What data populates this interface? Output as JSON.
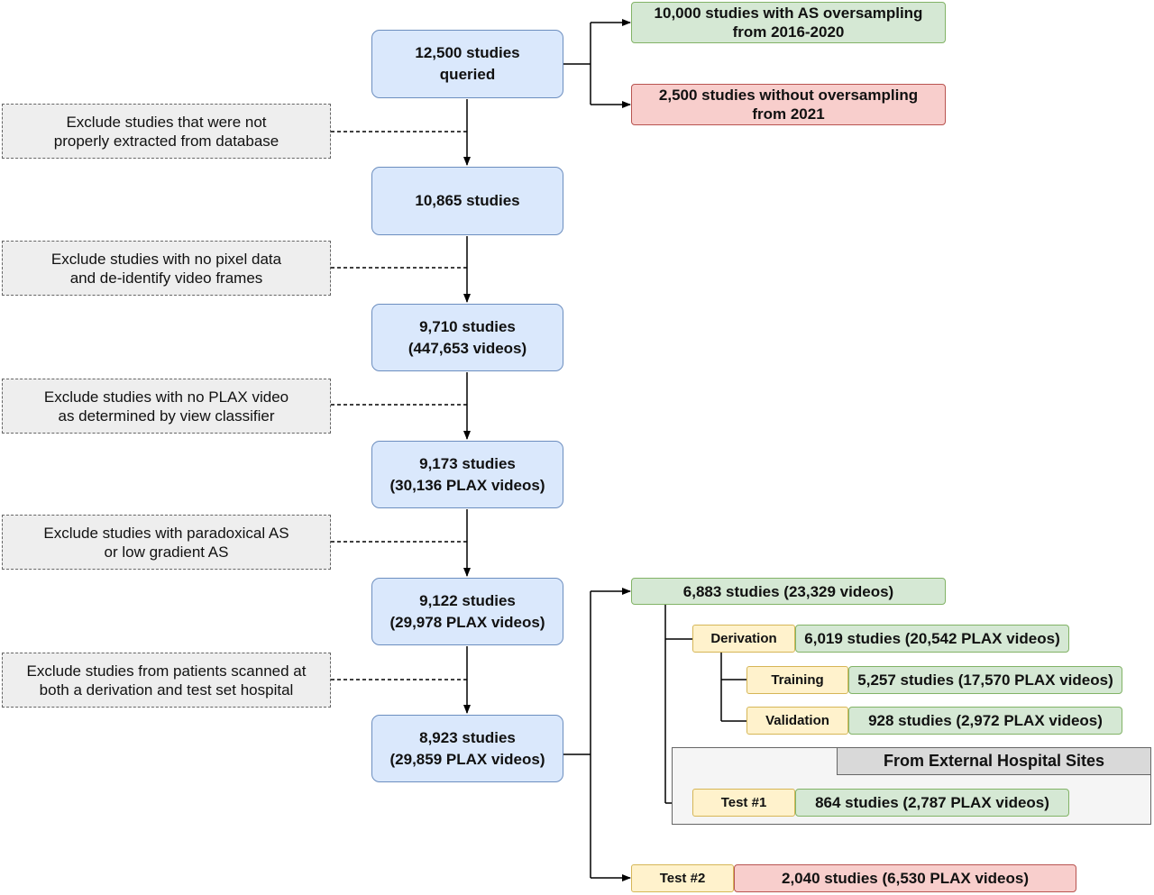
{
  "main_flow": [
    {
      "text": "12,500 studies\nqueried"
    },
    {
      "text": "10,865 studies"
    },
    {
      "text": "9,710 studies\n(447,653 videos)"
    },
    {
      "text": "9,173 studies\n(30,136 PLAX videos)"
    },
    {
      "text": "9,122 studies\n(29,978 PLAX videos)"
    },
    {
      "text": "8,923 studies\n(29,859 PLAX videos)"
    }
  ],
  "exclusions": [
    {
      "text": "Exclude studies that were not\nproperly extracted from database"
    },
    {
      "text": "Exclude studies with no pixel data\nand de-identify video frames"
    },
    {
      "text": "Exclude studies with no PLAX video\nas determined by view classifier"
    },
    {
      "text": "Exclude studies with paradoxical AS\nor low gradient AS"
    },
    {
      "text": "Exclude studies from patients scanned at\nboth a derivation and test set hospital"
    }
  ],
  "query_split": {
    "oversampling": "10,000 studies with AS oversampling\nfrom 2016-2020",
    "no_oversampling": "2,500 studies without oversampling\nfrom 2021"
  },
  "final_split": {
    "combined": "6,883 studies (23,329 videos)",
    "derivation": {
      "label": "Derivation",
      "value": "6,019 studies (20,542 PLAX videos)"
    },
    "training": {
      "label": "Training",
      "value": "5,257 studies (17,570 PLAX videos)"
    },
    "validation": {
      "label": "Validation",
      "value": "928 studies (2,972 PLAX videos)"
    },
    "external_title": "From External Hospital Sites",
    "test1": {
      "label": "Test #1",
      "value": "864 studies (2,787 PLAX videos)"
    },
    "test2": {
      "label": "Test #2",
      "value": "2,040 studies (6,530 PLAX videos)"
    }
  },
  "colors": {
    "blue_fill": "#dae8fc",
    "green_fill": "#d5e8d4",
    "red_fill": "#f8cecc",
    "yellow_fill": "#fff2cc",
    "exclusion_fill": "#eeeeee"
  }
}
